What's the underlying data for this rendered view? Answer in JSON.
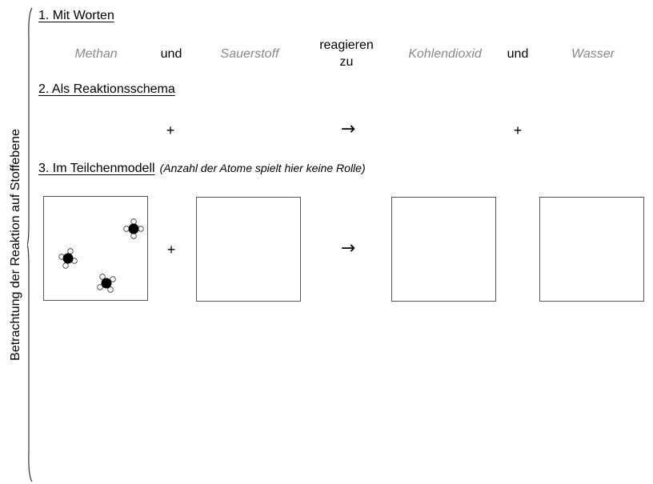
{
  "side_label": "Betrachtung der Reaktion auf Stoffebene",
  "section1": {
    "title": "1. Mit Worten",
    "words": {
      "methan": "Methan",
      "und1": "und",
      "sauerstoff": "Sauerstoff",
      "reagieren": "reagieren",
      "zu": "zu",
      "kohlendioxid": "Kohlendioxid",
      "und2": "und",
      "wasser": "Wasser"
    }
  },
  "section2": {
    "title": "2. Als Reaktionsschema",
    "plus1": "+",
    "arrow": "→",
    "plus2": "+"
  },
  "section3": {
    "title": "3. Im Teilchenmodell",
    "note": "(Anzahl der Atome spielt hier keine Rolle)",
    "plus": "+",
    "arrow": "→"
  },
  "colors": {
    "answer_text": "#8a8a8a",
    "box_border": "#555555",
    "carbon_atom": "#000000",
    "hydrogen_atom": "#ffffff"
  }
}
